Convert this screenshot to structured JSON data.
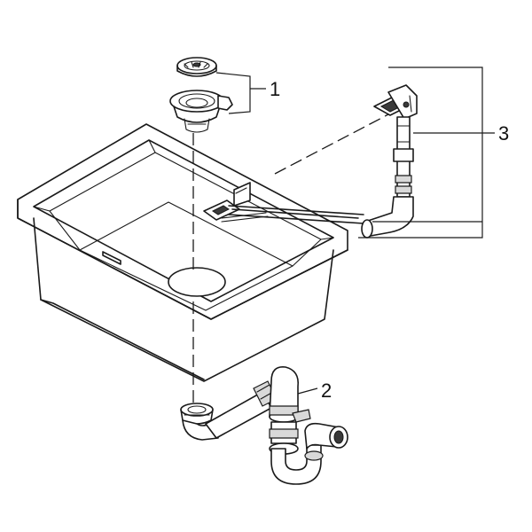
{
  "callouts": [
    {
      "id": "1",
      "label": "1"
    },
    {
      "id": "2",
      "label": "2"
    },
    {
      "id": "3",
      "label": "3"
    }
  ],
  "colors": {
    "line": "#1a1a1a",
    "background": "#ffffff",
    "fill_grey": "#d9d9d9"
  }
}
